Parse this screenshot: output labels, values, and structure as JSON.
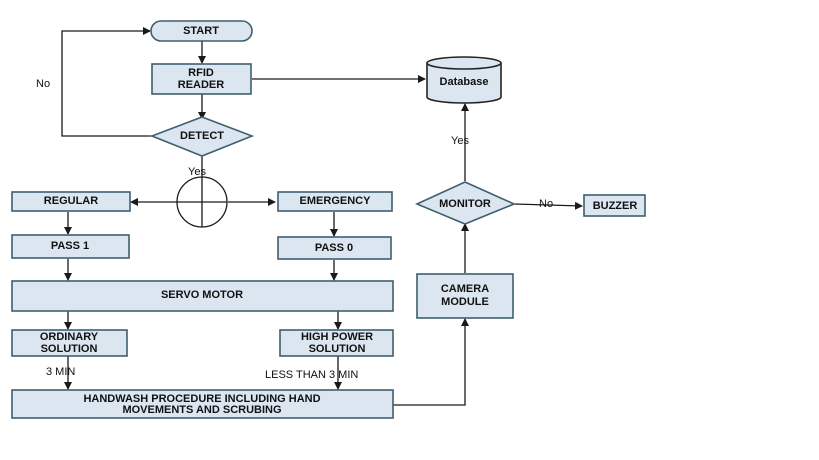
{
  "nodes": {
    "start": "START",
    "rfid_reader_1": "RFID",
    "rfid_reader_2": "READER",
    "detect": "DETECT",
    "database": "Database",
    "regular": "REGULAR",
    "emergency": "EMERGENCY",
    "pass1": "PASS 1",
    "pass0": "PASS 0",
    "servo_motor": "SERVO MOTOR",
    "ordinary_1": "ORDINARY",
    "ordinary_2": "SOLUTION",
    "high_power_1": "HIGH POWER",
    "high_power_2": "SOLUTION",
    "handwash_1": "HANDWASH PROCEDURE INCLUDING HAND",
    "handwash_2": "MOVEMENTS AND SCRUBING",
    "camera_1": "CAMERA",
    "camera_2": "MODULE",
    "monitor": "MONITOR",
    "buzzer": "BUZZER"
  },
  "edge_labels": {
    "detect_no": "No",
    "detect_yes": "Yes",
    "monitor_yes": "Yes",
    "monitor_no": "No",
    "ordinary_time": "3 MIN",
    "high_power_time": "LESS THAN 3 MIN"
  }
}
